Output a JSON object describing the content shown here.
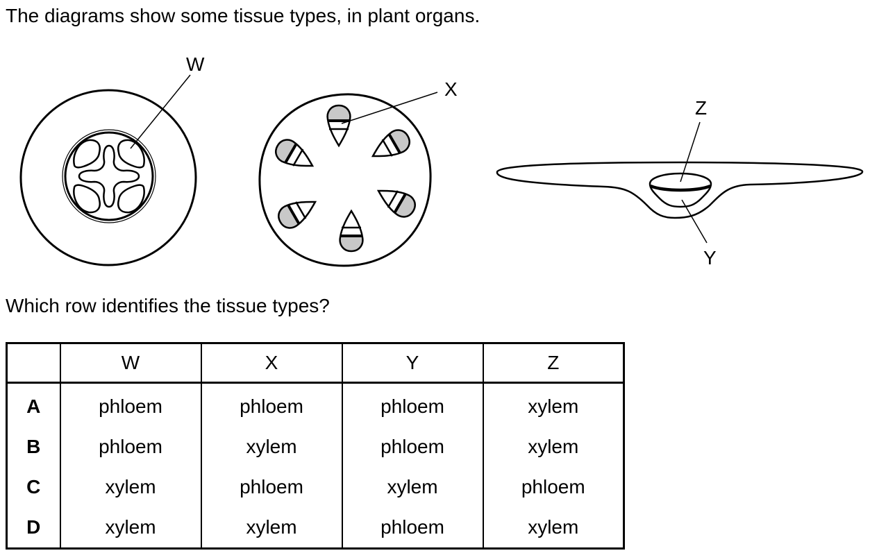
{
  "intro_text": "The diagrams show some tissue types, in plant organs.",
  "question_text": "Which row identifies the tissue types?",
  "diagram_labels": {
    "w": "W",
    "x": "X",
    "y": "Y",
    "z": "Z"
  },
  "table": {
    "headers": [
      "",
      "W",
      "X",
      "Y",
      "Z"
    ],
    "rows": [
      {
        "key": "A",
        "cells": [
          "phloem",
          "phloem",
          "phloem",
          "xylem"
        ]
      },
      {
        "key": "B",
        "cells": [
          "phloem",
          "xylem",
          "phloem",
          "xylem"
        ]
      },
      {
        "key": "C",
        "cells": [
          "xylem",
          "phloem",
          "xylem",
          "phloem"
        ]
      },
      {
        "key": "D",
        "cells": [
          "xylem",
          "xylem",
          "phloem",
          "xylem"
        ]
      }
    ]
  },
  "colors": {
    "ink": "#000000",
    "shaded_tissue": "#c8c8c8",
    "background": "#ffffff"
  }
}
